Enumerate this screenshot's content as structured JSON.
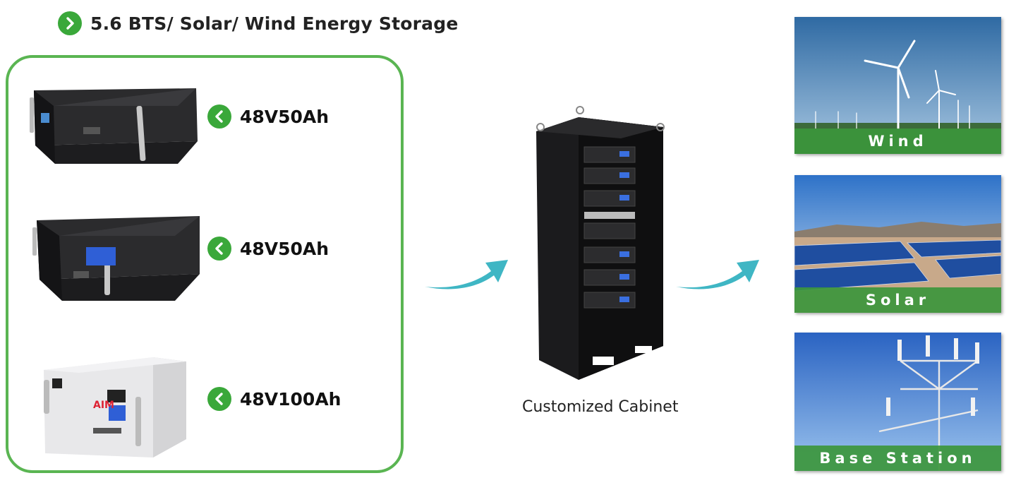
{
  "title": "5.6 BTS/ Solar/ Wind Energy Storage",
  "products": [
    {
      "label": "48V50Ah"
    },
    {
      "label": "48V50Ah"
    },
    {
      "label": "48V100Ah"
    }
  ],
  "cabinet": {
    "caption": "Customized Cabinet"
  },
  "applications": [
    {
      "label": "Wind"
    },
    {
      "label": "Solar"
    },
    {
      "label": "Base Station"
    }
  ],
  "colors": {
    "accent_green": "#3aa83a",
    "border_green": "#5ab552",
    "arrow_teal": "#3fb6c4"
  }
}
